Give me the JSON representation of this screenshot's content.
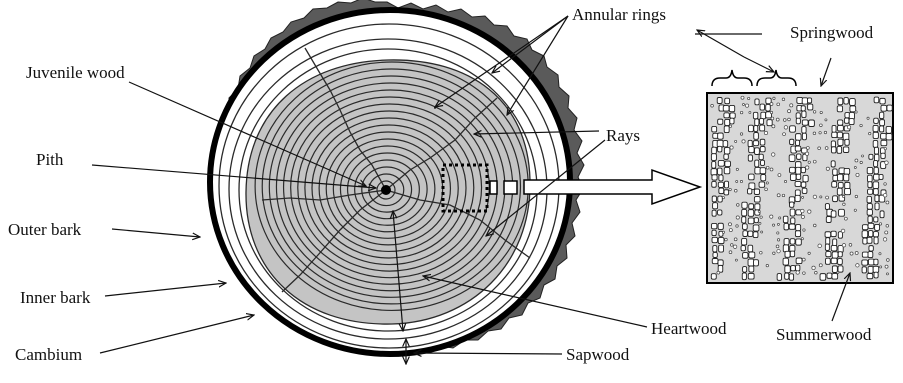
{
  "labels": {
    "annular_rings": "Annular rings",
    "springwood": "Springwood",
    "juvenile_wood": "Juvenile wood",
    "rays": "Rays",
    "pith": "Pith",
    "outer_bark": "Outer bark",
    "inner_bark": "Inner bark",
    "cambium": "Cambium",
    "heartwood": "Heartwood",
    "sapwood": "Sapwood",
    "summerwood": "Summerwood"
  },
  "colors": {
    "bark": "#5a5a5a",
    "cambium": "#000000",
    "sapwood": "#ffffff",
    "heartwood": "#c4c4c4",
    "ring_line": "#2a2a2a",
    "ray_line": "#2a2a2a",
    "tissue_bg": "#d8d8d8",
    "text": "#111111"
  }
}
